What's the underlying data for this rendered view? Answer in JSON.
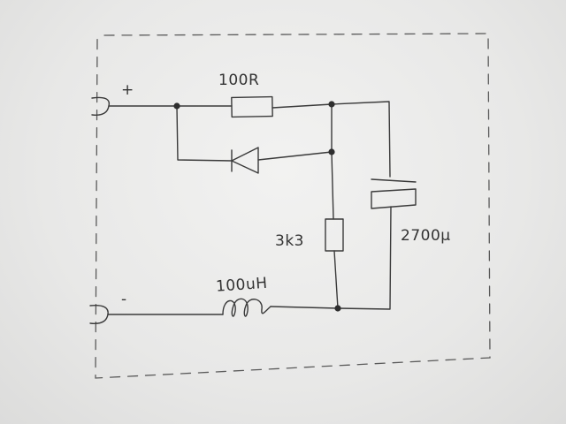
{
  "labels": {
    "plus": "+",
    "minus": "-",
    "resistor_top": "100R",
    "resistor_mid": "3k3",
    "capacitor": "2700µ",
    "inductor": "100uH"
  },
  "colors": {
    "ink": "#3a3a3a",
    "paper": "#efefee"
  }
}
